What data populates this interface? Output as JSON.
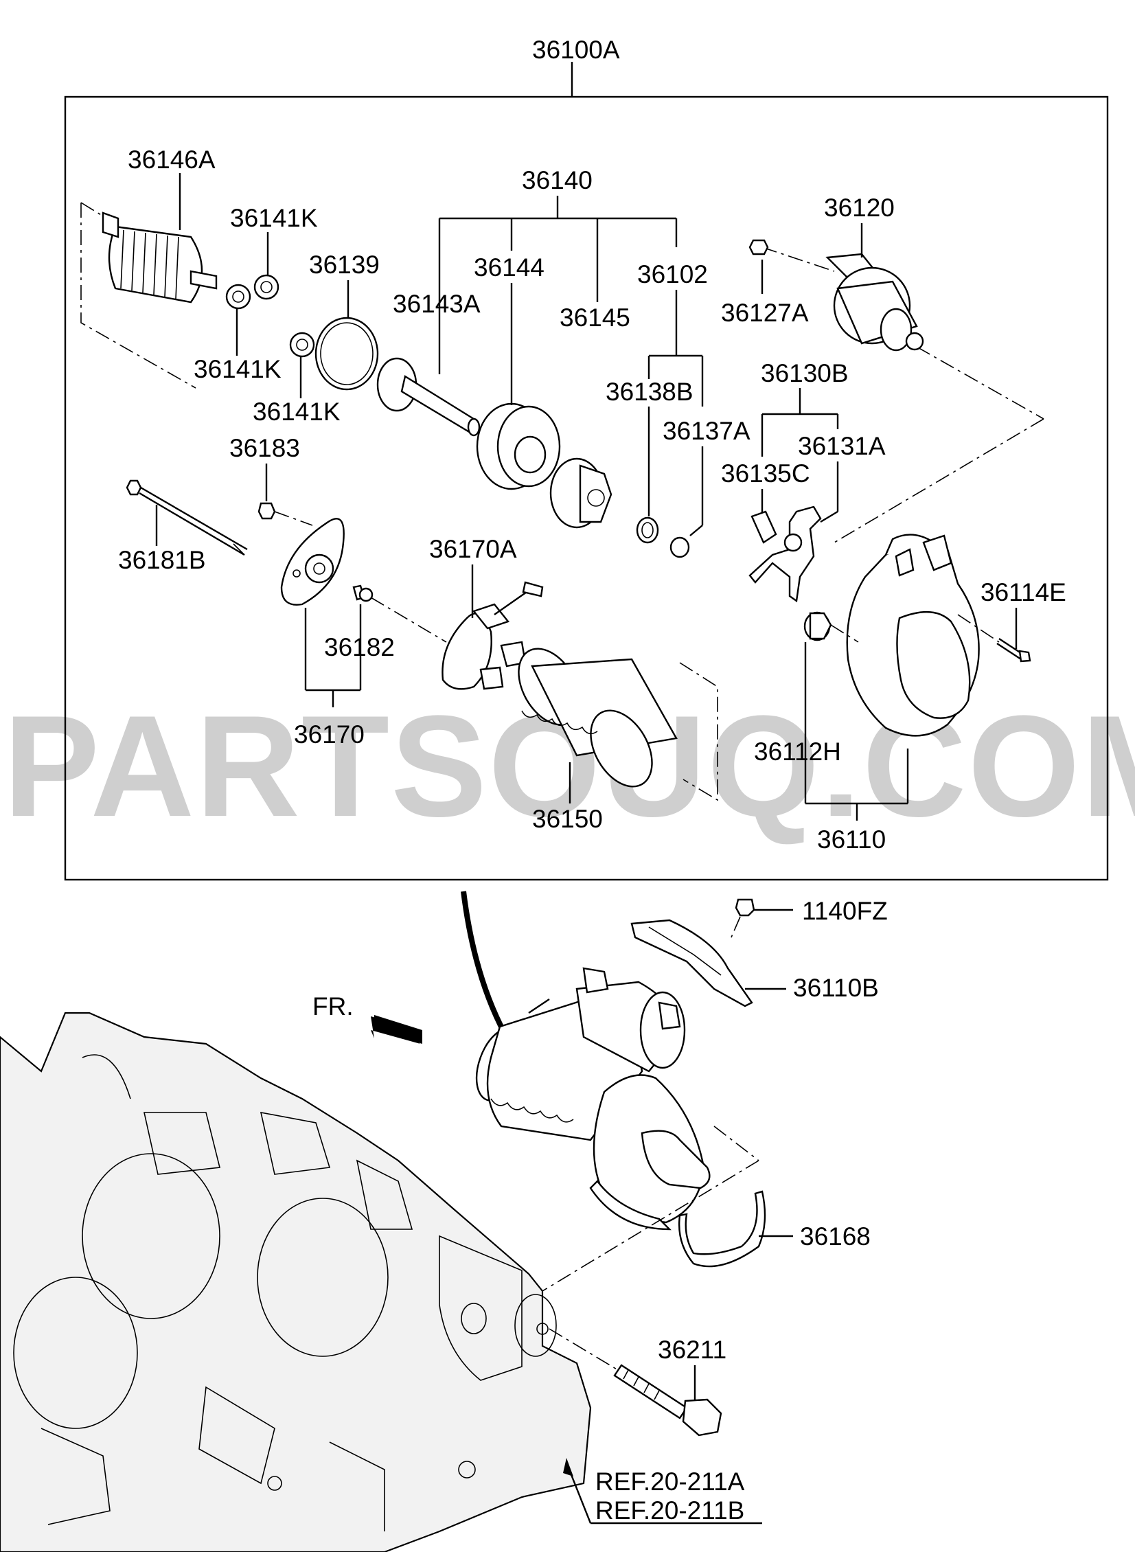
{
  "assembly_label": "36100A",
  "watermark": "PARTSOUQ.COM",
  "front_indicator": "FR.",
  "parts": {
    "armature": "36146A",
    "gear_set": "36140",
    "planet_gear_a": "36141K",
    "planet_gear_b": "36141K",
    "planet_gear_c": "36141K",
    "o_ring": "36139",
    "shaft": "36143A",
    "internal_gear": "36144",
    "overrunning_clutch": "36145",
    "stopper_set": "36102",
    "stopper": "36138B",
    "ring": "36137A",
    "solenoid_nut": "36127A",
    "solenoid": "36120",
    "lever_set": "36130B",
    "lever_plate": "36135C",
    "lever": "36131A",
    "through_bolt": "36181B",
    "screw": "36183",
    "brush_holder": "36170A",
    "grommet": "36182",
    "brush_holder_assy": "36170",
    "yoke": "36150",
    "bushing": "36112H",
    "front_housing": "36110",
    "housing_bolt": "36114E",
    "bracket_bolt": "1140FZ",
    "bracket": "36110B",
    "cover": "36168",
    "mounting_bolt": "36211",
    "ref_a": "REF.20-211A",
    "ref_b": "REF.20-211B"
  }
}
